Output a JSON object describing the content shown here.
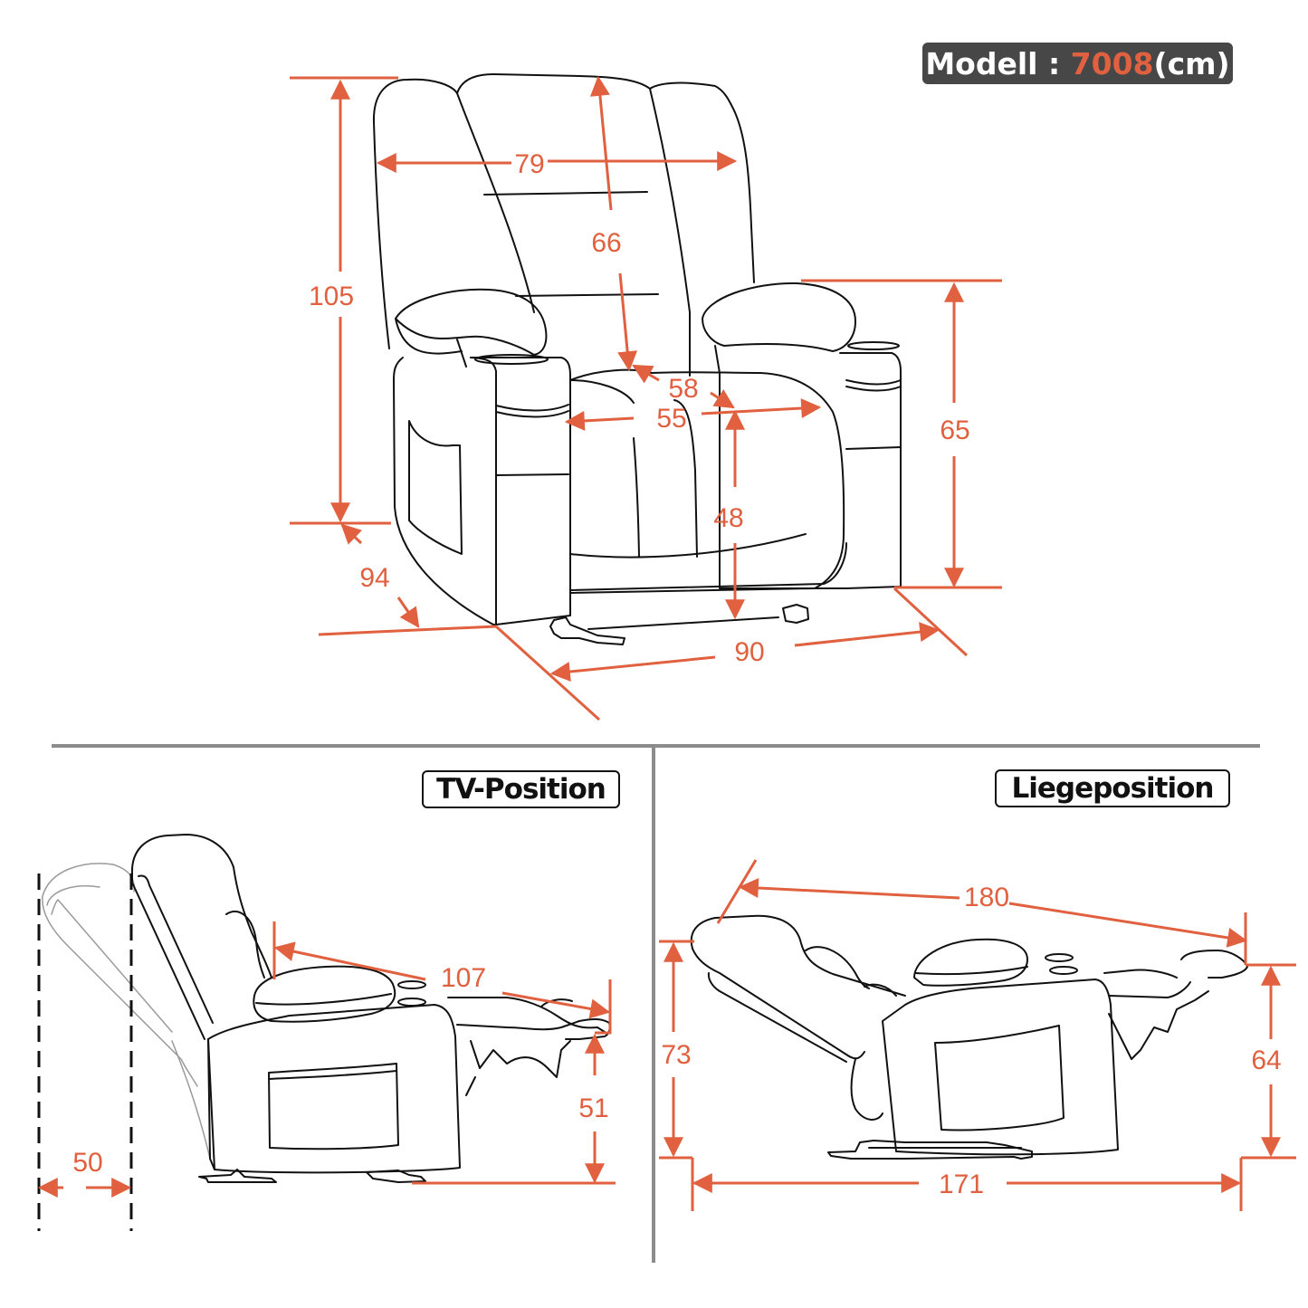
{
  "header": {
    "model_prefix": "Modell : ",
    "model_number": "7008",
    "unit": "(cm)"
  },
  "colors": {
    "dimension": "#e0603f",
    "outline": "#111111",
    "badge_bg": "#474747",
    "divider": "#8c8c8c"
  },
  "front_view": {
    "dimensions": {
      "total_height": "105",
      "backrest_width": "79",
      "backrest_height": "66",
      "seat_depth": "58",
      "seat_width": "55",
      "seat_height": "48",
      "armrest_height": "65",
      "depth": "94",
      "width": "90"
    }
  },
  "tv_position": {
    "label": "TV-Position",
    "dimensions": {
      "recline_clearance": "50",
      "length": "107",
      "footrest_height": "51"
    }
  },
  "lie_position": {
    "label": "Liegeposition",
    "dimensions": {
      "length": "180",
      "back_height": "73",
      "footrest_height": "64",
      "floor_length": "171"
    }
  }
}
